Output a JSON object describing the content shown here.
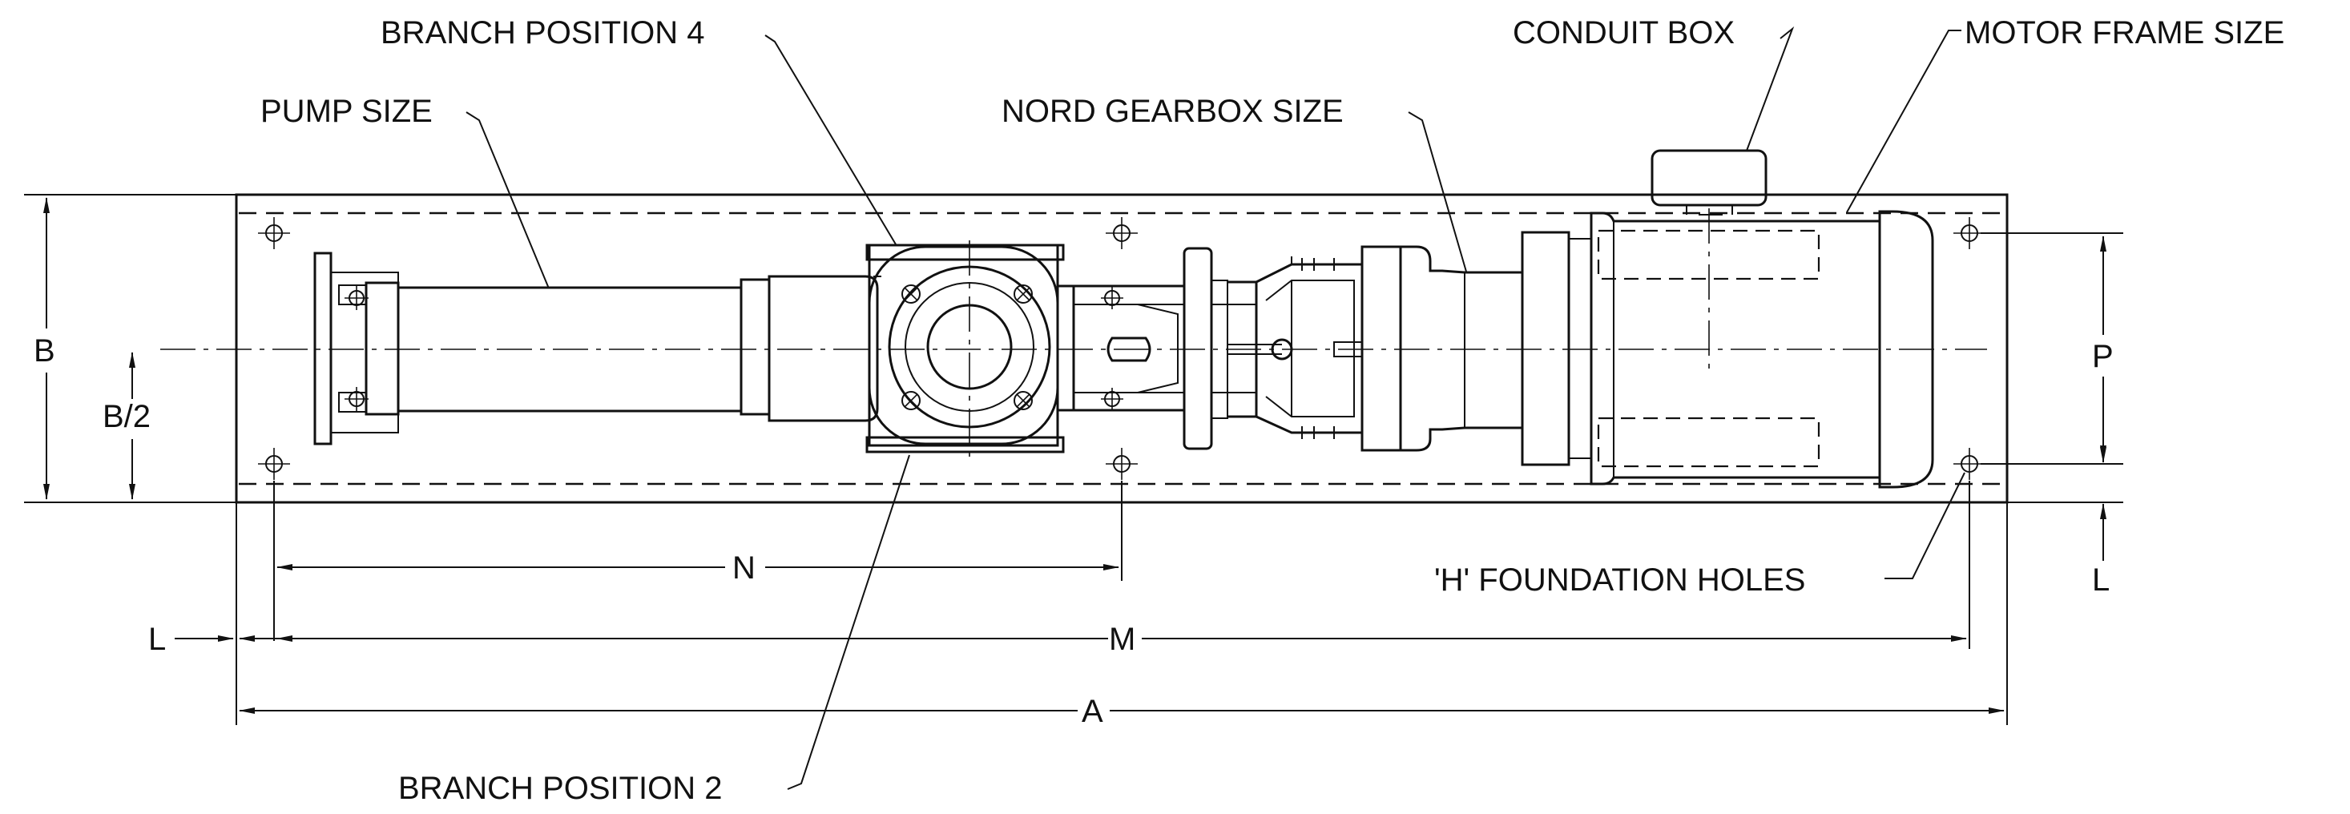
{
  "labels": {
    "branch_position_4": "BRANCH POSITION 4",
    "pump_size": "PUMP SIZE",
    "nord_gearbox_size": "NORD GEARBOX SIZE",
    "conduit_box": "CONDUIT BOX",
    "motor_frame_size": "MOTOR FRAME SIZE",
    "foundation_holes": "'H' FOUNDATION HOLES",
    "branch_position_2": "BRANCH POSITION 2"
  },
  "dimensions": {
    "b": "B",
    "b_half": "B/2",
    "p": "P",
    "l_right": "L",
    "l_left": "L",
    "n": "N",
    "m": "M",
    "a": "A"
  }
}
